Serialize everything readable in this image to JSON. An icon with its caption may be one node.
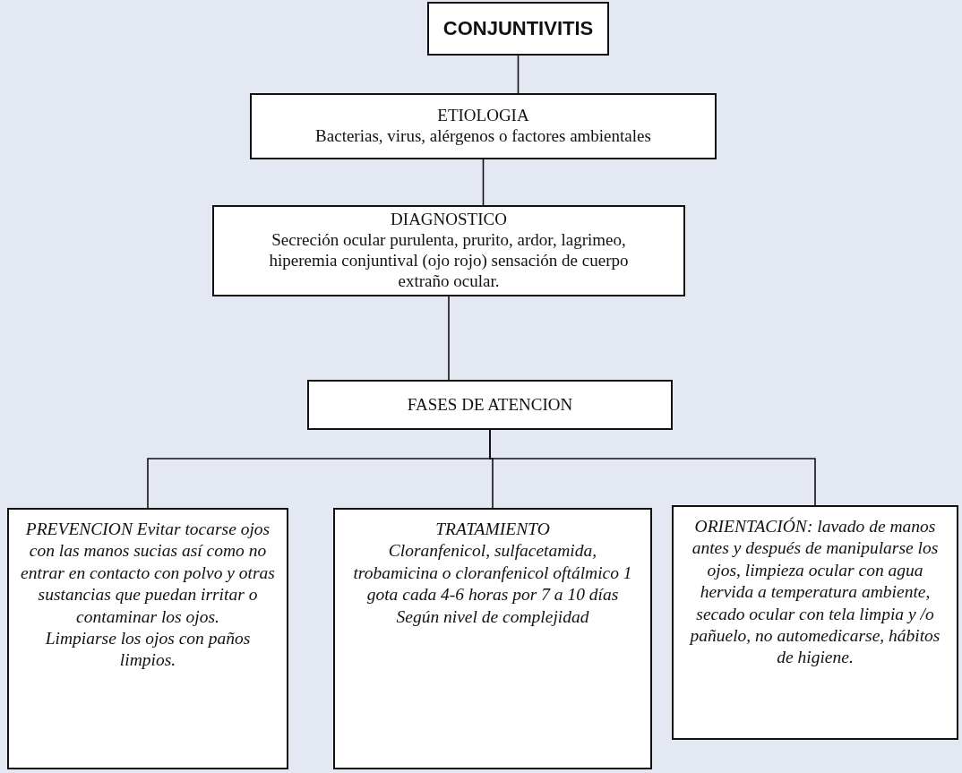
{
  "diagram": {
    "nodes": [
      {
        "text": [
          "CONJUNTIVITIS"
        ]
      },
      {
        "text": [
          "ETIOLOGIA",
          "Bacterias, virus, alérgenos o factores ambientales"
        ]
      },
      {
        "text": [
          "DIAGNOSTICO",
          "Secreción ocular purulenta, prurito, ardor, lagrimeo, hiperemia conjuntival (ojo rojo) sensación de cuerpo extraño ocular."
        ]
      },
      {
        "text": [
          "FASES DE ATENCION"
        ]
      },
      {
        "text": [
          "PREVENCION Evitar tocarse ojos con las manos sucias así como no entrar en contacto con polvo y otras sustancias que puedan irritar o contaminar los ojos.",
          "Limpiarse los ojos con paños limpios."
        ]
      },
      {
        "text": [
          "TRATAMIENTO",
          "Cloranfenicol, sulfacetamida, trobamicina o cloranfenicol oftálmico 1 gota cada 4-6 horas por 7 a 10 días Según nivel de complejidad"
        ]
      },
      {
        "text": [
          "ORIENTACIÓN: lavado de manos antes y después de manipularse los ojos, limpieza ocular con agua hervida a temperatura ambiente, secado ocular con tela limpia y /o pañuelo, no automedicarse, hábitos de higiene."
        ]
      }
    ],
    "edges": [
      {
        "from": 0,
        "to": 1,
        "arrow": "none"
      },
      {
        "from": 1,
        "to": 2,
        "arrow": "none"
      },
      {
        "from": 2,
        "to": 3,
        "arrow": "none"
      },
      {
        "from": 3,
        "to": 4,
        "arrow": "none"
      },
      {
        "from": 3,
        "to": 5,
        "arrow": "none"
      },
      {
        "from": 3,
        "to": 6,
        "arrow": "none"
      }
    ]
  }
}
